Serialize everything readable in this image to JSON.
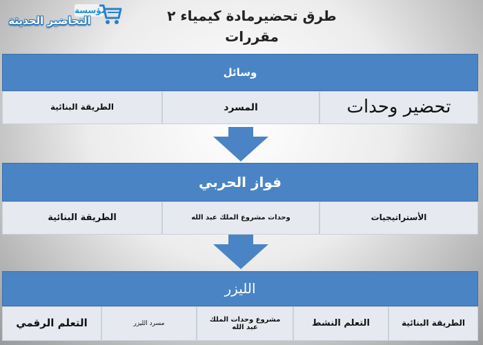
{
  "logo": {
    "top_text": "مؤسسة",
    "main_text": "التحاضير الحديثة"
  },
  "title": "طرق تحضيرمادة كيمياء ٢ مقررات",
  "colors": {
    "band": "#4a84c4",
    "cell": "#e6eaf0",
    "arrow": "#4a84c4"
  },
  "panels": [
    {
      "header": "وسائل",
      "cells": [
        "تحضير وحدات",
        "المسرد",
        "الطريقة البنائية"
      ]
    },
    {
      "header": "فواز الحربي",
      "cells": [
        "الأستراتيجيات",
        "وحدات مشروع الملك عبد الله",
        "الطريقة البنائية"
      ]
    },
    {
      "header": "الليزر",
      "cells": [
        "الطريقة  البنائية",
        "التعلم النشط",
        "مشروع وحدات الملك عبد الله",
        "مسرد الليزر",
        "التعلم الرقمي"
      ]
    }
  ],
  "icons": [
    "shopping-cart-icon",
    "down-arrow-icon"
  ]
}
